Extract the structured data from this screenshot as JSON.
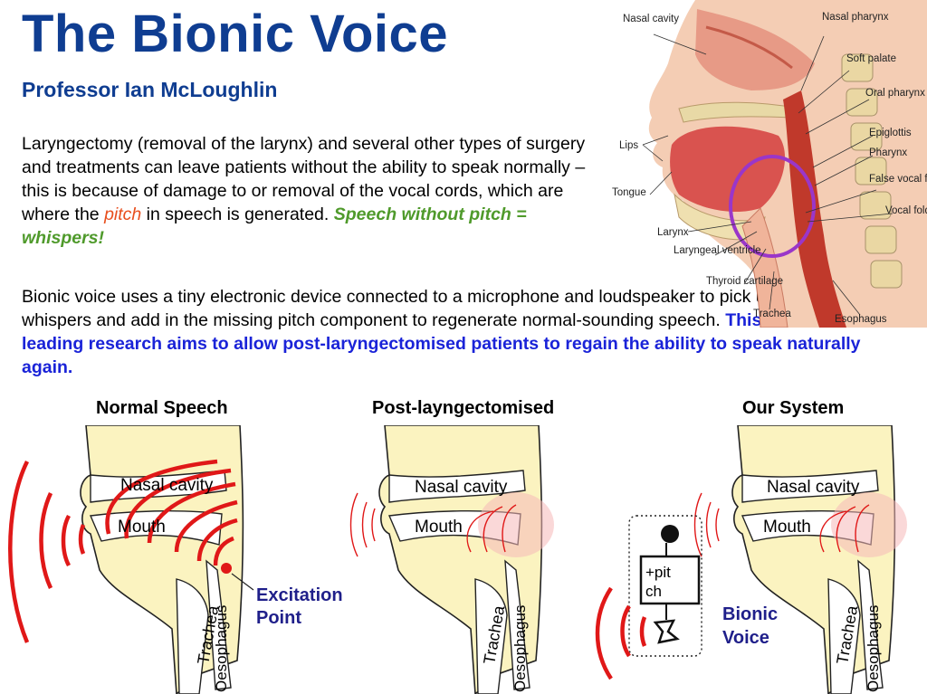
{
  "header": {
    "title": "The Bionic Voice",
    "subtitle": "Professor Ian McLoughlin"
  },
  "intro": {
    "part1": "Laryngectomy (removal of the larynx) and several other types of surgery and treatments can leave patients without the ability to speak normally – this is because of damage to or removal of the vocal cords, which are where the ",
    "pitch_word": "pitch",
    "part2": " in speech is generated. ",
    "whisper_note": "Speech without pitch = whispers!"
  },
  "bionic": {
    "part1": "Bionic voice uses a tiny electronic device connected to a microphone and loudspeaker to pick up the whispers and add in the missing pitch component to regenerate normal-sounding speech. ",
    "highlight": "This world-leading research aims to allow post-laryngectomised patients to regain the ability to speak naturally again."
  },
  "anatomy_labels": {
    "nasal_cavity": "Nasal cavity",
    "nasal_pharynx": "Nasal pharynx",
    "soft_palate": "Soft palate",
    "oral_pharynx": "Oral pharynx",
    "epiglottis": "Epiglottis",
    "pharynx": "Pharynx",
    "false_vocal_fold": "False vocal fold",
    "vocal_fold": "Vocal fold",
    "lips": "Lips",
    "tongue": "Tongue",
    "larynx": "Larynx",
    "laryngeal_ventricle": "Laryngeal ventricle",
    "thyroid_cartilage": "Thyroid cartilage",
    "trachea": "Trachea",
    "esophagus": "Esophagus"
  },
  "panels": [
    {
      "title": "Normal Speech",
      "nasal": "Nasal cavity",
      "mouth": "Mouth",
      "trachea": "Trachea",
      "oesophagus": "Oesophagus",
      "note_line1": "Excitation",
      "note_line2": "Point"
    },
    {
      "title": "Post-layngectomised",
      "nasal": "Nasal cavity",
      "mouth": "Mouth",
      "trachea": "Trachea",
      "oesophagus": "Oesophagus"
    },
    {
      "title": "Our System",
      "nasal": "Nasal cavity",
      "mouth": "Mouth",
      "trachea": "Trachea",
      "oesophagus": "Oesophagus",
      "note_line1": "Bionic",
      "note_line2": "Voice",
      "device_line1": "+pit",
      "device_line2": "ch"
    }
  ],
  "colors": {
    "title_blue": "#0f3d91",
    "highlight_blue": "#1a23d8",
    "pitch_orange": "#e8501f",
    "whisper_green": "#4f9a2b",
    "wave_red": "#e01818",
    "tissue_yellow": "#fbf3c0",
    "excitation_navy": "#1f1f8a",
    "circle_purple": "#9a36c9"
  }
}
